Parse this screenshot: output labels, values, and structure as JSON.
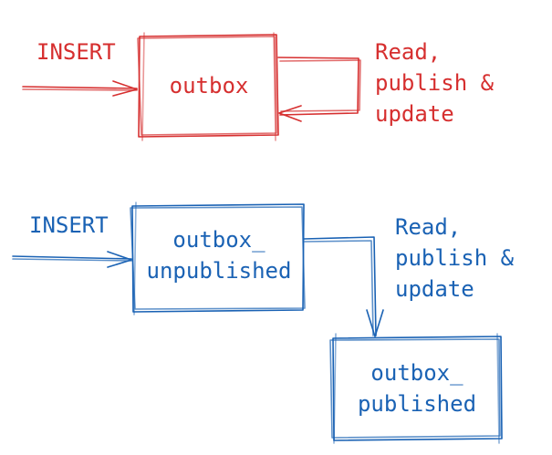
{
  "colors": {
    "red": "#d62f2f",
    "blue": "#1a62b4"
  },
  "diagram1": {
    "input_label": "INSERT",
    "box_label": "outbox",
    "loop_label_lines": [
      "Read,",
      "publish &",
      "update"
    ]
  },
  "diagram2": {
    "input_label": "INSERT",
    "box1_label_lines": [
      "outbox_",
      "unpublished"
    ],
    "edge_label_lines": [
      "Read,",
      "publish &",
      "update"
    ],
    "box2_label_lines": [
      "outbox_",
      "published"
    ]
  }
}
